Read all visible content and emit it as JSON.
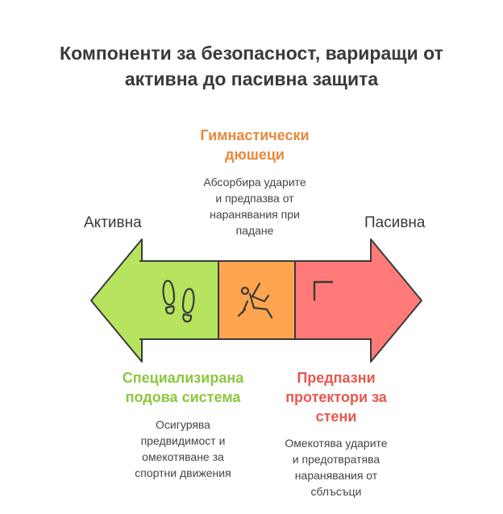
{
  "title": [
    "Компоненти за безопасност, вариращи от",
    "активна до пасивна защита"
  ],
  "ends": {
    "left": "Активна",
    "right": "Пасивна"
  },
  "components": [
    {
      "heading": [
        "Специализирана",
        "подова система"
      ],
      "description": [
        "Осигурява",
        "предвидимост и",
        "омекотяване за",
        "спортни движения"
      ],
      "color": "#8dc63f",
      "icon": "footprints-icon"
    },
    {
      "heading": [
        "Гимнастически",
        "дюшеци"
      ],
      "description": [
        "Абсорбира ударите",
        "и предпазва от",
        "наранявания при",
        "падане"
      ],
      "color": "#e8893a",
      "icon": "falling-person-icon"
    },
    {
      "heading": [
        "Предпазни",
        "протектори за",
        "стени"
      ],
      "description": [
        "Омекотява ударите",
        "и предотвратява",
        "наранявания от",
        "сблъсъци"
      ],
      "color": "#e8574f",
      "icon": "wall-corner-icon"
    }
  ],
  "colors": {
    "green_fill": "#b6e45e",
    "orange_fill": "#ffa54f",
    "red_fill": "#ff7a78",
    "stroke": "#3a3a3a"
  }
}
